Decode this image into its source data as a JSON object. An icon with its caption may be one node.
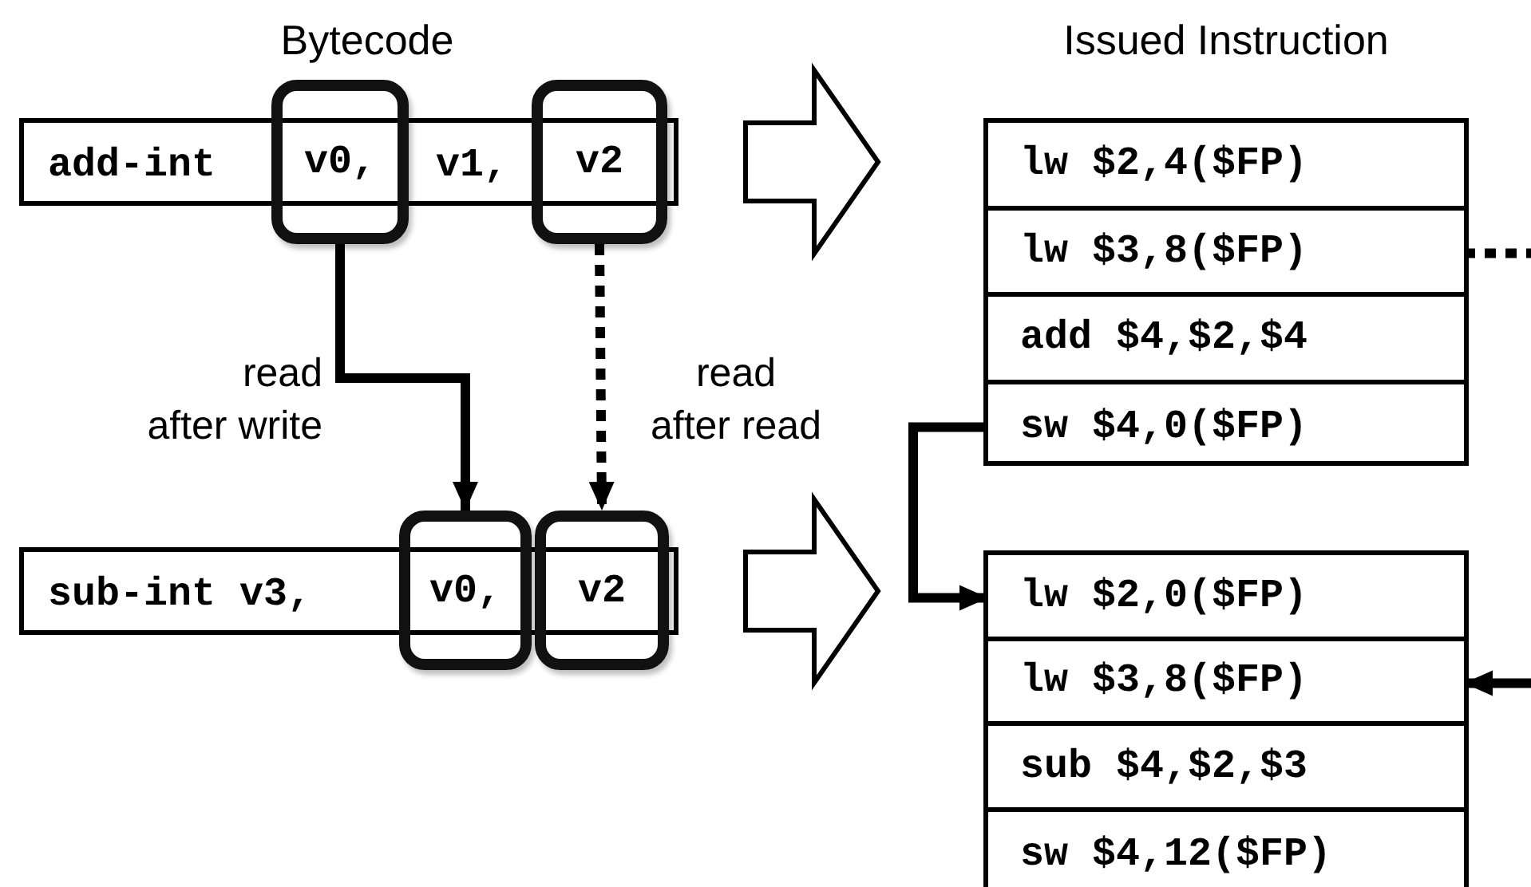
{
  "diagram": {
    "nodes": [
      {
        "text": [
          "add-int",
          "v1,"
        ]
      },
      {
        "text": [
          "v0,"
        ]
      },
      {
        "text": [
          "v2"
        ]
      },
      {
        "text": [
          "sub-int v3,"
        ]
      },
      {
        "text": [
          "v0,"
        ]
      },
      {
        "text": [
          "v2"
        ]
      },
      {
        "text": [],
        "shape": "box"
      },
      {
        "text": [
          "lw $2,4($FP)"
        ],
        "in": 6
      },
      {
        "text": [
          "lw $3,8($FP)"
        ],
        "in": 6
      },
      {
        "text": [
          "add $4,$2,$4"
        ],
        "in": 6
      },
      {
        "text": [
          "sw $4,0($FP)"
        ],
        "in": 6
      },
      {
        "text": [],
        "shape": "box"
      },
      {
        "text": [
          "lw $2,0($FP)"
        ],
        "in": 11
      },
      {
        "text": [
          "lw $3,8($FP)"
        ],
        "in": 11
      },
      {
        "text": [
          "sub $4,$2,$3"
        ],
        "in": 11
      },
      {
        "text": [
          "sw $4,12($FP)"
        ],
        "in": 11
      }
    ],
    "edges": [
      {
        "from": 0,
        "to": 6,
        "arrow": "to"
      },
      {
        "from": 3,
        "to": 11,
        "arrow": "to"
      },
      {
        "from": 1,
        "to": 4,
        "arrow": "to",
        "label": "read after write"
      },
      {
        "from": 2,
        "to": 5,
        "arrow": "to",
        "label": "read after read",
        "style": "dashed"
      },
      {
        "from": 10,
        "to": 12,
        "arrow": "to"
      },
      {
        "from": 8,
        "to": null,
        "arrow": "none",
        "style": "dashed"
      },
      {
        "from": null,
        "to": 13,
        "arrow": "to"
      }
    ],
    "labels": [
      "Bytecode",
      "Issued Instruction"
    ]
  }
}
